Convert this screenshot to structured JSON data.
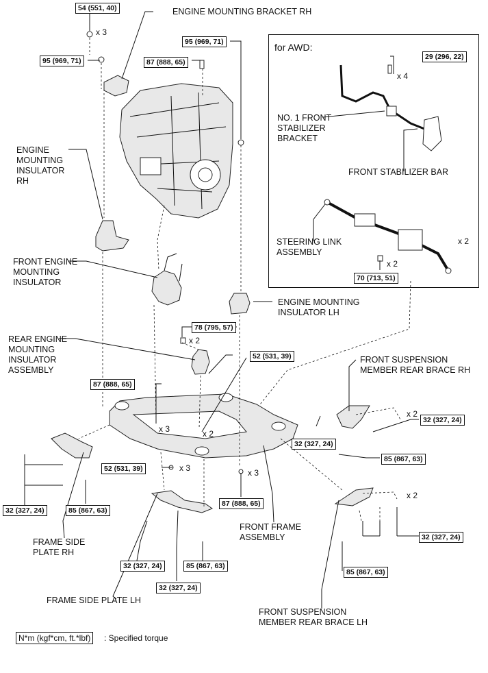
{
  "awd_title": "for AWD:",
  "labels": {
    "engine_bracket_rh": "ENGINE MOUNTING BRACKET RH",
    "engine_insulator_rh": "ENGINE\nMOUNTING\nINSULATOR\nRH",
    "front_engine_insulator": "FRONT ENGINE\nMOUNTING\nINSULATOR",
    "rear_engine_insulator": "REAR ENGINE\nMOUNTING\nINSULATOR\nASSEMBLY",
    "engine_insulator_lh": "ENGINE MOUNTING\nINSULATOR LH",
    "stabilizer_bracket": "NO. 1 FRONT\nSTABILIZER\nBRACKET",
    "stabilizer_bar": "FRONT STABILIZER BAR",
    "steering_link": "STEERING LINK\nASSEMBLY",
    "brace_rh": "FRONT SUSPENSION\nMEMBER REAR BRACE RH",
    "frame_side_rh": "FRAME SIDE\nPLATE RH",
    "front_frame": "FRONT FRAME\nASSEMBLY",
    "frame_side_lh": "FRAME SIDE PLATE LH",
    "brace_lh": "FRONT SUSPENSION\nMEMBER REAR BRACE LH"
  },
  "torques": {
    "t54": "54 (551, 40)",
    "t95a": "95 (969, 71)",
    "t87a": "87 (888, 65)",
    "t95b": "95 (969, 71)",
    "t29": "29 (296, 22)",
    "t70": "70 (713, 51)",
    "t78": "78 (795, 57)",
    "t52a": "52 (531, 39)",
    "t87b": "87 (888, 65)",
    "t32a": "32 (327, 24)",
    "t32b": "32 (327, 24)",
    "t85a": "85 (867, 63)",
    "t52b": "52 (531, 39)",
    "t32c": "32 (327, 24)",
    "t85b": "85 (867, 63)",
    "t87c": "87 (888, 65)",
    "t32d": "32 (327, 24)",
    "t32e": "32 (327, 24)",
    "t85c": "85 (867, 63)",
    "t32f": "32 (327, 24)",
    "t85d": "85 (867, 63)"
  },
  "quantities": {
    "q1": "x 3",
    "q2": "x 4",
    "q3": "x 2",
    "q4": "x 2",
    "q5": "x 2",
    "q6": "x 3",
    "q7": "x 2",
    "q8": "x 2",
    "q9": "x 3",
    "q10": "x 3",
    "q11": "x 2"
  },
  "legend": {
    "box": "N*m (kgf*cm, ft.*lbf)",
    "text": ": Specified torque"
  }
}
